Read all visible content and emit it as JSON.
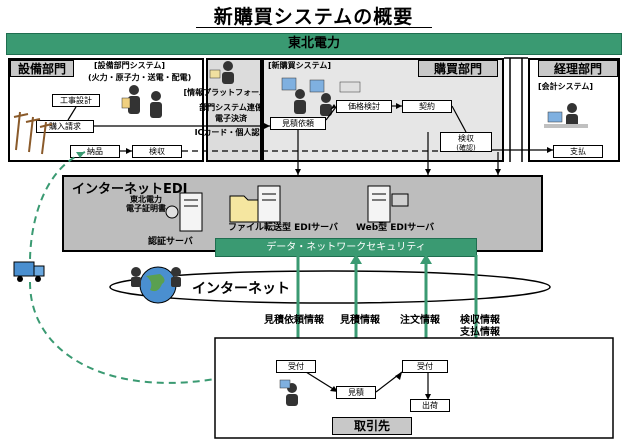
{
  "title": "新購買システムの概要",
  "company": "東北電力",
  "setsubi": {
    "header": "設備部門",
    "system": "[設備部門システム]",
    "sub": "(火力・原子力・送電・配電)",
    "work_design": "工事設計",
    "purchase_request": "購入請求",
    "delivery": "納品",
    "inspection": "検収"
  },
  "platform": {
    "title": "[情報プラットフォーム]",
    "line1": "部門システム連係",
    "line2": "電子決済",
    "line3": "ICカード・個人認証"
  },
  "purchase": {
    "header": "購買部門",
    "system": "[新購買システム]",
    "estimate_request": "見積依頼",
    "price_review": "価格検討",
    "contract": "契約",
    "acceptance": "検収",
    "acceptance_sub": "(確認)"
  },
  "accounting": {
    "header": "経理部門",
    "system": "[会計システム]",
    "payment": "支払"
  },
  "edi": {
    "title": "インターネットEDI",
    "auth_server": "認証サーバ",
    "cert_label1": "東北電力",
    "cert_label2": "電子証明書",
    "file_server": "ファイル転送型 EDIサーバ",
    "web_server": "Web型 EDIサーバ",
    "security": "データ・ネットワークセキュリティ"
  },
  "internet": "インターネット",
  "flows": {
    "estimate_request_info": "見積依頼情報",
    "estimate_info": "見積情報",
    "order_info": "注文情報",
    "inspect_info": "検収情報",
    "payment_info": "支払情報"
  },
  "supplier": {
    "header": "取引先",
    "receive1": "受付",
    "estimate": "見積",
    "receive2": "受付",
    "shipment": "出荷"
  },
  "colors": {
    "green": "#3a9a72",
    "dashed_green": "#3a9a72"
  }
}
